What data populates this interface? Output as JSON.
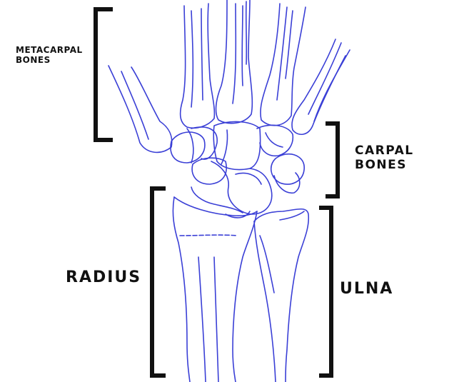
{
  "labels": {
    "metacarpal": "METACARPAL\nBONES",
    "carpal": "CARPAL\nBONES",
    "radius": "RADIUS",
    "ulna": "ULNA"
  },
  "colors": {
    "bone_line": "#3a3fd6",
    "bracket": "#111111",
    "label": "#111111"
  }
}
